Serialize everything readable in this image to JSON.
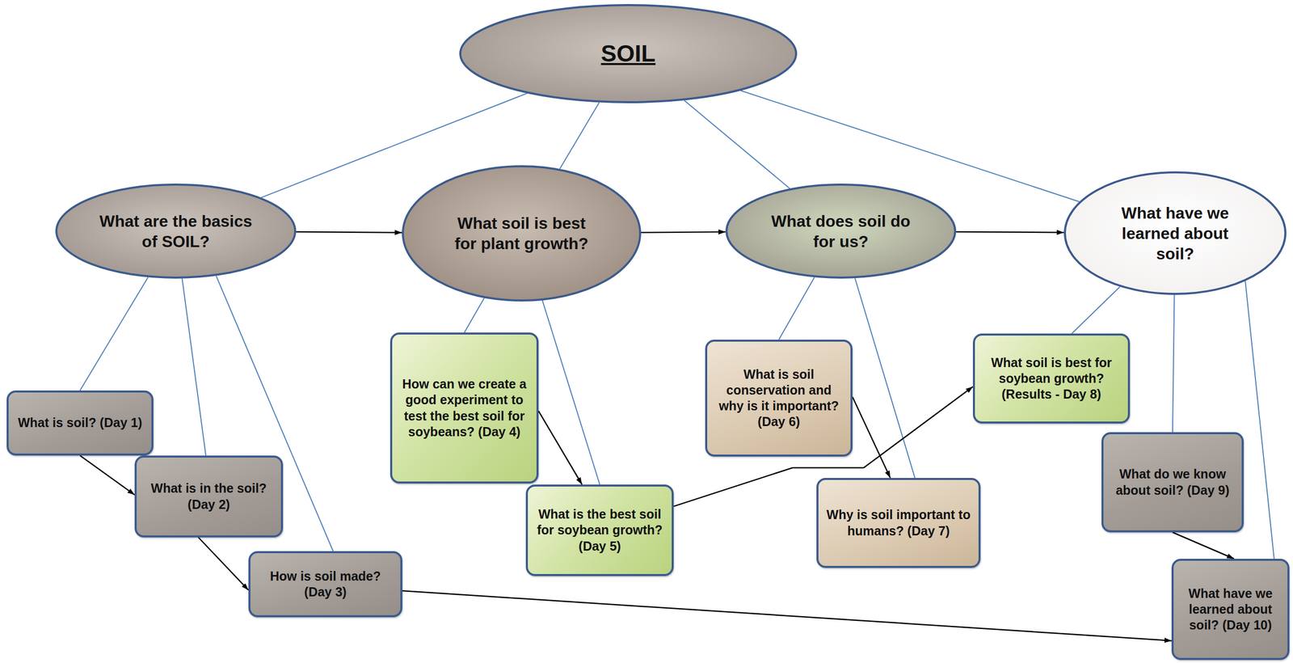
{
  "diagram": {
    "nodes": [
      {
        "text": [
          "SOIL"
        ]
      },
      {
        "text": [
          "What are the basics of SOIL?"
        ]
      },
      {
        "text": [
          "What soil is best for plant growth?"
        ]
      },
      {
        "text": [
          "What does soil do for us?"
        ]
      },
      {
        "text": [
          "What have we learned about soil?"
        ]
      },
      {
        "text": [
          "What is soil? (Day 1)"
        ]
      },
      {
        "text": [
          "What is in the soil? (Day 2)"
        ]
      },
      {
        "text": [
          "How is soil made? (Day 3)"
        ]
      },
      {
        "text": [
          "How can we create a good experiment to test the best soil for soybeans? (Day 4)"
        ]
      },
      {
        "text": [
          "What is the best soil for soybean growth? (Day 5)"
        ]
      },
      {
        "text": [
          "What is soil conservation and why is it important? (Day 6)"
        ]
      },
      {
        "text": [
          "Why is soil important to humans? (Day 7)"
        ]
      },
      {
        "text": [
          "What soil is best for soybean growth? (Results - Day 8)"
        ]
      },
      {
        "text": [
          "What do we know about soil? (Day 9)"
        ]
      },
      {
        "text": [
          "What have we learned about soil? (Day 10)"
        ]
      }
    ],
    "edges": [
      {
        "from": 0,
        "to": 1,
        "arrow": "none"
      },
      {
        "from": 0,
        "to": 2,
        "arrow": "none"
      },
      {
        "from": 0,
        "to": 3,
        "arrow": "none"
      },
      {
        "from": 0,
        "to": 4,
        "arrow": "none"
      },
      {
        "from": 1,
        "to": 2,
        "arrow": "to"
      },
      {
        "from": 2,
        "to": 3,
        "arrow": "to"
      },
      {
        "from": 3,
        "to": 4,
        "arrow": "to"
      },
      {
        "from": 1,
        "to": 5,
        "arrow": "none"
      },
      {
        "from": 1,
        "to": 6,
        "arrow": "none"
      },
      {
        "from": 1,
        "to": 7,
        "arrow": "none"
      },
      {
        "from": 5,
        "to": 6,
        "arrow": "to"
      },
      {
        "from": 6,
        "to": 7,
        "arrow": "to"
      },
      {
        "from": 2,
        "to": 8,
        "arrow": "none"
      },
      {
        "from": 2,
        "to": 9,
        "arrow": "none"
      },
      {
        "from": 8,
        "to": 9,
        "arrow": "to"
      },
      {
        "from": 3,
        "to": 10,
        "arrow": "none"
      },
      {
        "from": 3,
        "to": 11,
        "arrow": "none"
      },
      {
        "from": 10,
        "to": 11,
        "arrow": "to"
      },
      {
        "from": 4,
        "to": 12,
        "arrow": "none"
      },
      {
        "from": 4,
        "to": 13,
        "arrow": "none"
      },
      {
        "from": 4,
        "to": 14,
        "arrow": "none"
      },
      {
        "from": 9,
        "to": 12,
        "arrow": "to"
      },
      {
        "from": 13,
        "to": 14,
        "arrow": "to"
      },
      {
        "from": 7,
        "to": 14,
        "arrow": "to"
      }
    ]
  }
}
